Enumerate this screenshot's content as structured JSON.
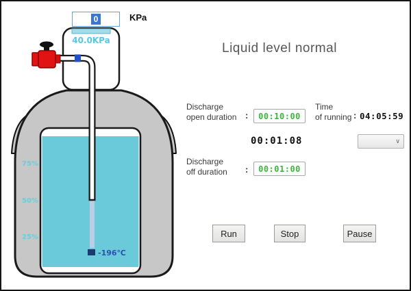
{
  "status_title": "Liquid level normal",
  "tank": {
    "pressure_input": {
      "value": "0",
      "unit": "KPa"
    },
    "pressure_reading": "40.0KPa",
    "level_marks": [
      "75%",
      "50%",
      "25%"
    ],
    "temperature": "-196℃"
  },
  "controls": {
    "discharge_open": {
      "line1": "Discharge",
      "line2": "open duration",
      "colon": ":",
      "value": "00:10:00"
    },
    "time_of_running": {
      "line1": "Time",
      "line2": "of running",
      "colon": ":",
      "value": "04:05:59"
    },
    "elapsed": "00:01:08",
    "discharge_off": {
      "line1": "Discharge",
      "line2": "off duration",
      "colon": ":",
      "value": "00:01:00"
    },
    "dropdown": {
      "selected": "",
      "chevron_icon": "∨"
    }
  },
  "buttons": {
    "run": "Run",
    "stop": "Stop",
    "pause": "Pause"
  },
  "colors": {
    "liquid": "#6bcad9",
    "tank_body": "#c7c7c7",
    "valve_red": "#e21313",
    "timer_green": "#3cb83c",
    "cyan_text": "#55c8e8",
    "temperature_text": "#2a50b4"
  }
}
